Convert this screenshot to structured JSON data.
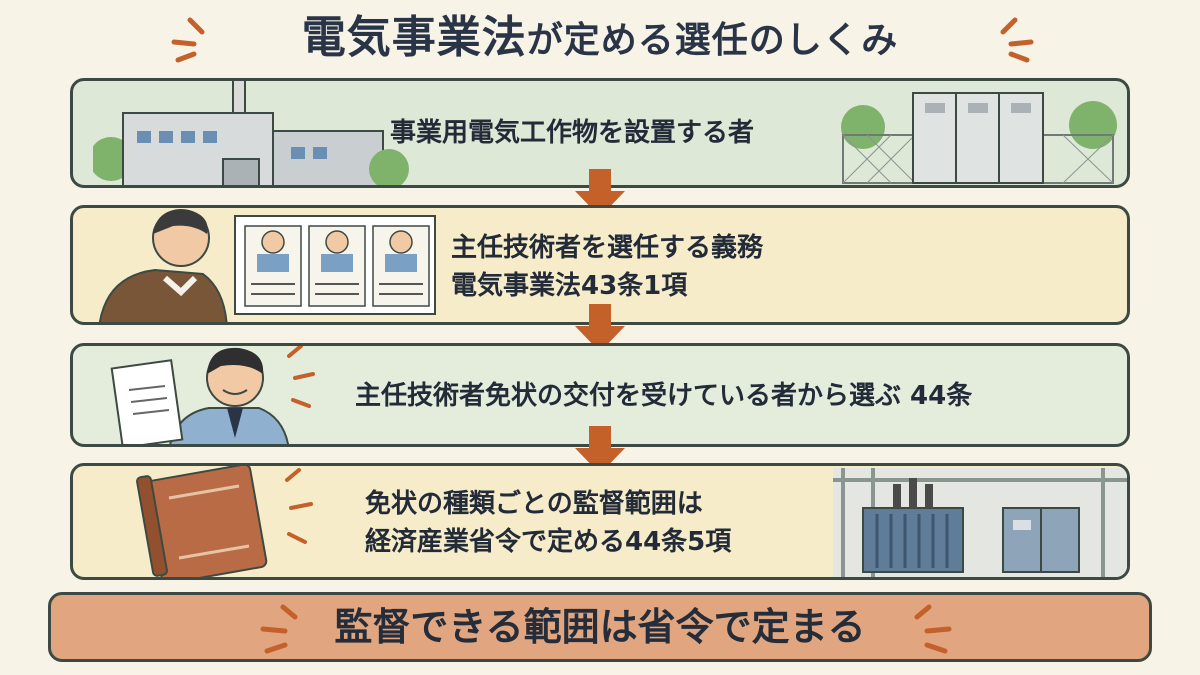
{
  "title": {
    "part1": "電気事業法",
    "part2": "が定める選任のしくみ"
  },
  "steps": [
    {
      "text": "事業用電気工作物を設置する者"
    },
    {
      "line1": "主任技術者を選任する義務",
      "line2": "電気事業法43条1項"
    },
    {
      "text": "主任技術者免状の交付を受けている者から選ぶ 44条"
    },
    {
      "line1": "免状の種類ごとの監督範囲は",
      "line2": "経済産業省令で定める44条5項"
    }
  ],
  "conclusion": "監督できる範囲は省令で定まる",
  "icons": [
    "factory-icon",
    "substation-icon",
    "manager-reviewing-icon",
    "engineer-with-license-icon",
    "law-book-icon",
    "transformer-icon",
    "down-arrow-icon"
  ],
  "colors": {
    "background": "#f7f3e7",
    "green_box": "#dde8d7",
    "cream_box": "#f6ecc9",
    "arrow": "#c4602a",
    "conclusion": "#e1a67f",
    "outline": "#3c4a43"
  }
}
